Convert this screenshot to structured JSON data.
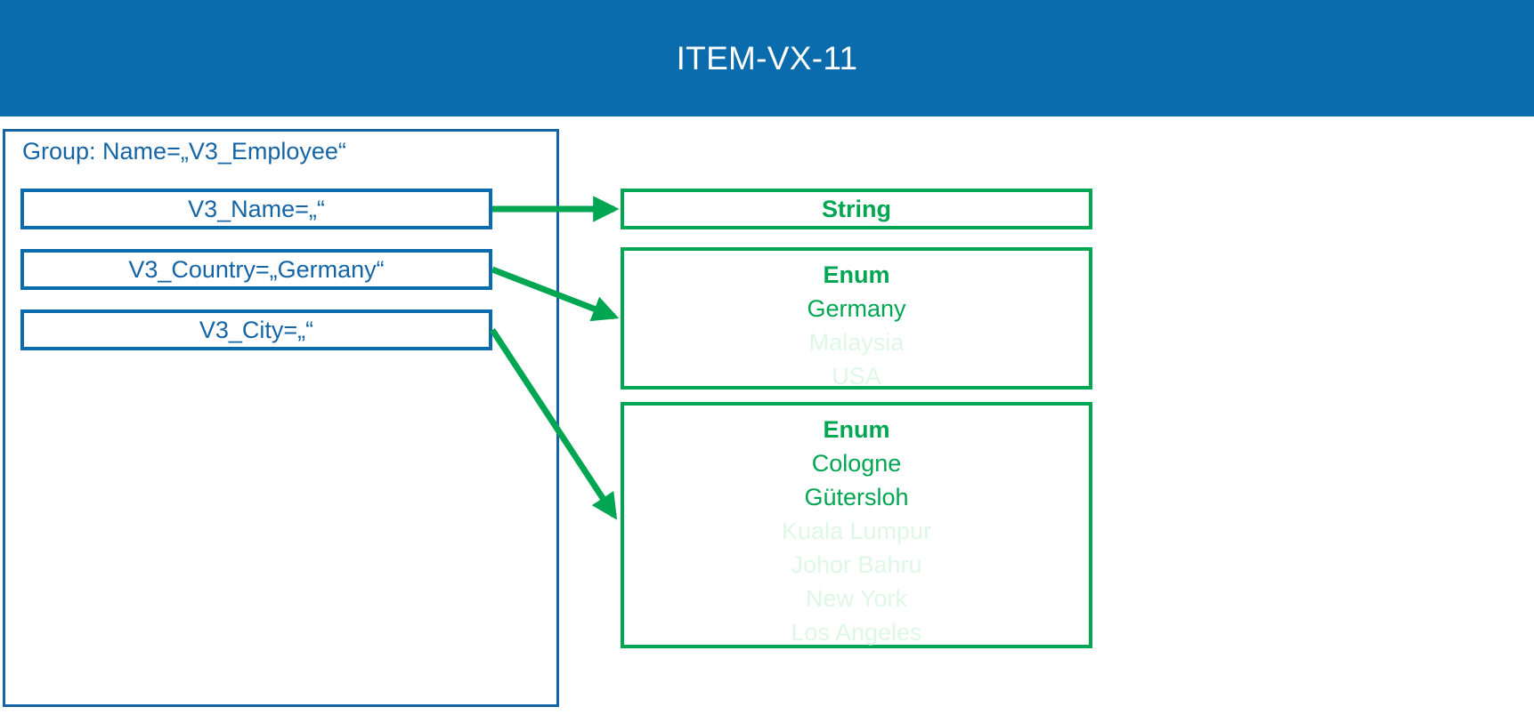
{
  "header": {
    "title": "ITEM-VX-11",
    "background_color": "#0A6BAD",
    "text_color": "#FFFFFF"
  },
  "colors": {
    "blue": "#0A6BAD",
    "blue_text": "#1565A6",
    "green": "#00A651",
    "green_faded": "#DFF7E7",
    "white": "#FFFFFF"
  },
  "group": {
    "label": "Group: Name=„V3_Employee“",
    "fields": [
      {
        "id": "name",
        "text": "V3_Name=„“"
      },
      {
        "id": "country",
        "text": "V3_Country=„Germany“"
      },
      {
        "id": "city",
        "text": "V3_City=„“"
      }
    ]
  },
  "types": [
    {
      "id": "string",
      "title": "String",
      "values": []
    },
    {
      "id": "country-enum",
      "title": "Enum",
      "values": [
        {
          "label": "Germany",
          "state": "active"
        },
        {
          "label": "Malaysia",
          "state": "faded"
        },
        {
          "label": "USA",
          "state": "faded"
        }
      ]
    },
    {
      "id": "city-enum",
      "title": "Enum",
      "values": [
        {
          "label": "Cologne",
          "state": "active"
        },
        {
          "label": "Gütersloh",
          "state": "active"
        },
        {
          "label": "Kuala Lumpur",
          "state": "faded"
        },
        {
          "label": "Johor Bahru",
          "state": "faded"
        },
        {
          "label": "New York",
          "state": "faded"
        },
        {
          "label": "Los Angeles",
          "state": "faded"
        }
      ]
    }
  ],
  "connectors": [
    {
      "id": "name-to-string",
      "from": "V3_Name",
      "to": "String"
    },
    {
      "id": "country-to-enum",
      "from": "V3_Country",
      "to": "Enum"
    },
    {
      "id": "city-to-enum",
      "from": "V3_City",
      "to": "Enum"
    }
  ]
}
